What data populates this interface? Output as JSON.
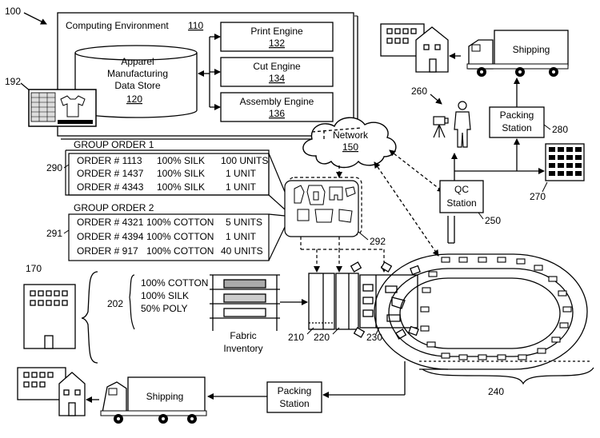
{
  "refs": {
    "r100": "100",
    "r192": "192",
    "r260": "260",
    "r280": "280",
    "r270": "270",
    "r250": "250",
    "r290": "290",
    "r291": "291",
    "r292": "292",
    "r170": "170",
    "r202": "202",
    "r210": "210",
    "r220": "220",
    "r230": "230",
    "r240": "240"
  },
  "computing_env": {
    "label": "Computing Environment",
    "num": "110"
  },
  "data_store": {
    "line1": "Apparel",
    "line2": "Manufacturing",
    "line3": "Data Store",
    "num": "120"
  },
  "engines": [
    {
      "label": "Print Engine",
      "num": "132"
    },
    {
      "label": "Cut Engine",
      "num": "134"
    },
    {
      "label": "Assembly Engine",
      "num": "136"
    }
  ],
  "network": {
    "label": "Network",
    "num": "150"
  },
  "shipping_top": {
    "label": "Shipping"
  },
  "shipping_bottom": {
    "label": "Shipping"
  },
  "packing_top": {
    "line1": "Packing",
    "line2": "Station"
  },
  "packing_bottom": {
    "line1": "Packing",
    "line2": "Station"
  },
  "qc": {
    "line1": "QC",
    "line2": "Station"
  },
  "group1": {
    "title": "GROUP ORDER 1",
    "rows": [
      {
        "order": "ORDER # 1113",
        "material": "100% SILK",
        "units": "100 UNITS"
      },
      {
        "order": "ORDER # 1437",
        "material": "100% SILK",
        "units": "1 UNIT"
      },
      {
        "order": "ORDER # 4343",
        "material": "100% SILK",
        "units": "1 UNIT"
      }
    ]
  },
  "group2": {
    "title": "GROUP ORDER 2",
    "rows": [
      {
        "order": "ORDER # 4321",
        "material": "100% COTTON",
        "units": "5 UNITS"
      },
      {
        "order": "ORDER # 4394",
        "material": "100% COTTON",
        "units": "1 UNIT"
      },
      {
        "order": "ORDER # 917",
        "material": "100% COTTON",
        "units": "40 UNITS"
      }
    ]
  },
  "fabrics": [
    "100% COTTON",
    "100% SILK",
    "50% POLY"
  ],
  "fabric_inventory": {
    "line1": "Fabric",
    "line2": "Inventory"
  }
}
